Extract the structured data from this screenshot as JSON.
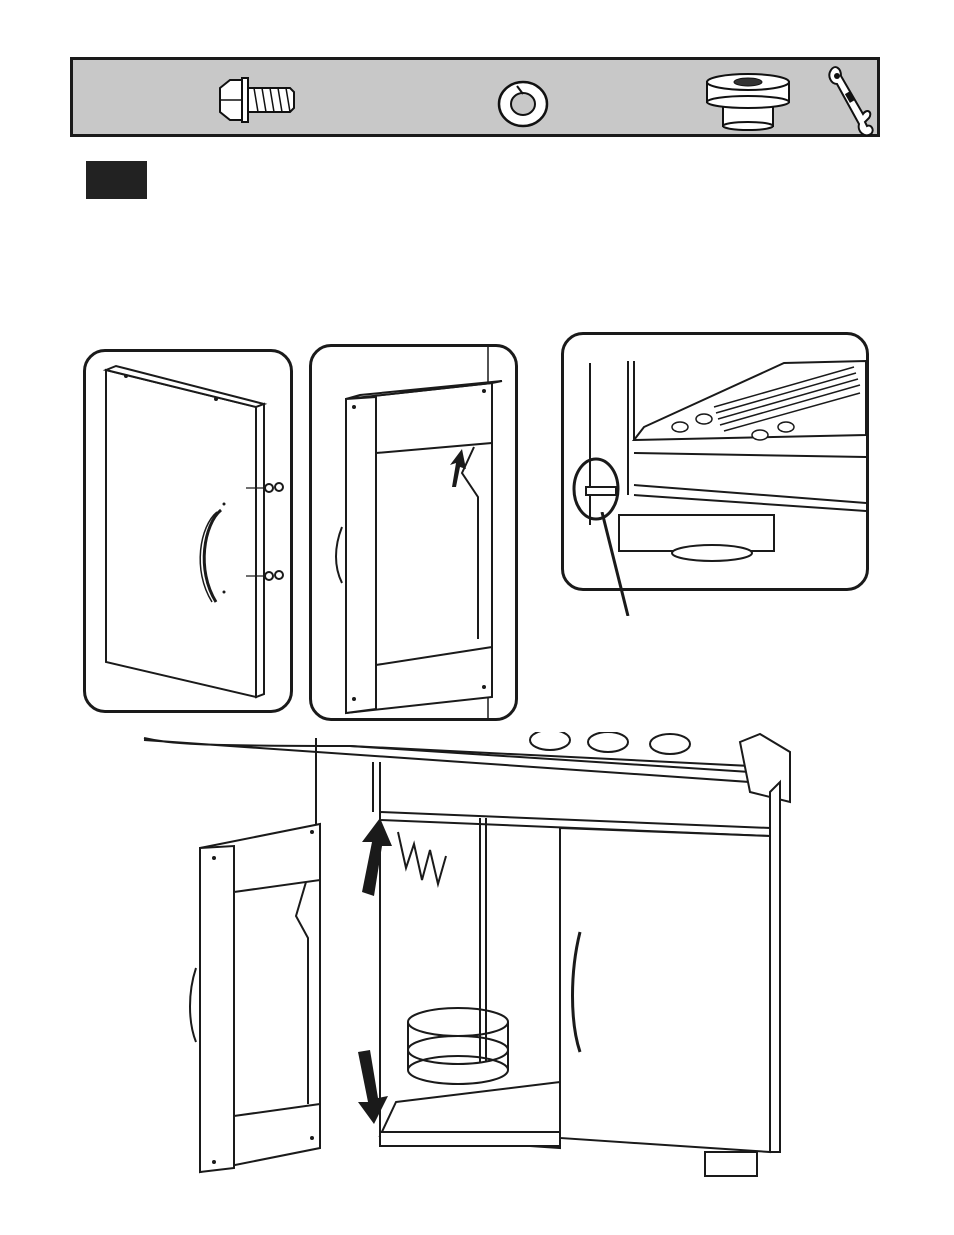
{
  "page": {
    "parts_bar": {
      "items": [
        "flange-bolt",
        "lock-washer",
        "spacer",
        "wrench"
      ]
    },
    "step_box": {
      "label": ""
    },
    "panels": [
      "door-hinge-view",
      "door-back-view",
      "hinge-detail"
    ],
    "colors": {
      "line": "#1a1a1a",
      "parts_bar_bg": "#c8c8c8",
      "step_box_bg": "#222222"
    }
  }
}
